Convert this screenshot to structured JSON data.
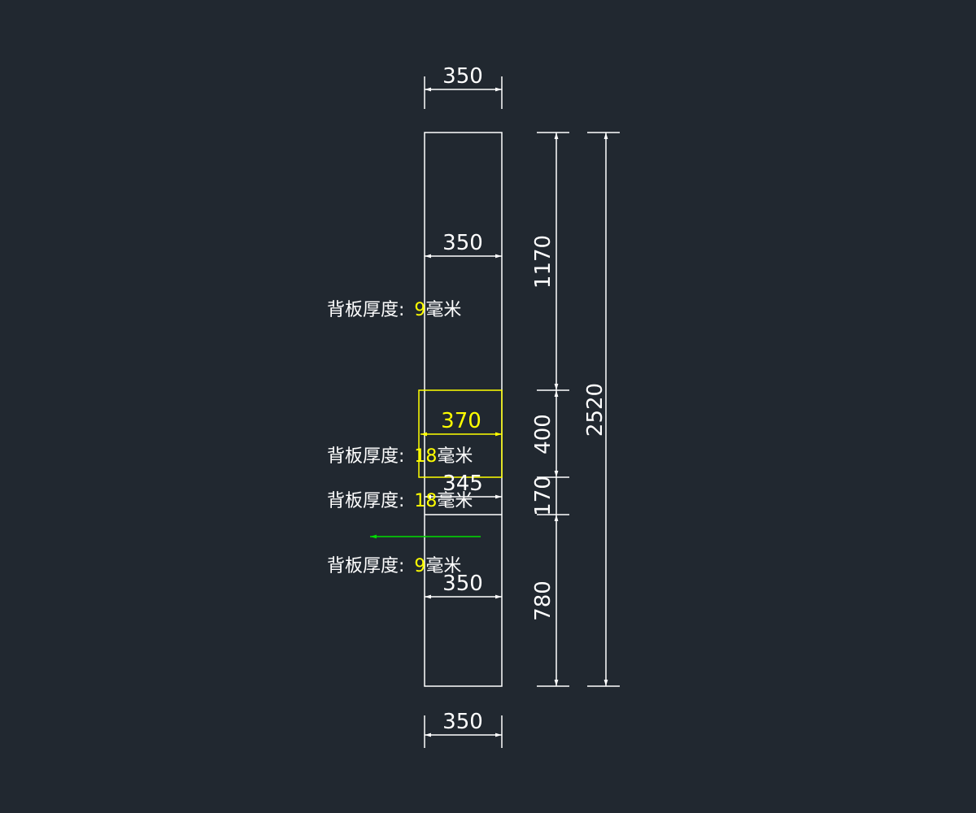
{
  "colors": {
    "background": "#212830",
    "line": "#ffffff",
    "highlight": "#ffff00",
    "arrow": "#00dd00"
  },
  "dimensions": {
    "top_width": "350",
    "upper_inner_width": "350",
    "highlight_width": "370",
    "middle_width": "345",
    "lower_inner_width": "350",
    "bottom_width": "350",
    "seg_upper": "1170",
    "seg_mid": "400",
    "seg_small": "170",
    "seg_lower": "780",
    "total_height": "2520"
  },
  "notes": [
    {
      "label": "背板厚度:",
      "value": "9",
      "unit": "毫米"
    },
    {
      "label": "背板厚度:",
      "value": "18",
      "unit": "毫米"
    },
    {
      "label": "背板厚度:",
      "value": "18",
      "unit": "毫米"
    },
    {
      "label": "背板厚度:",
      "value": "9",
      "unit": "毫米"
    }
  ]
}
